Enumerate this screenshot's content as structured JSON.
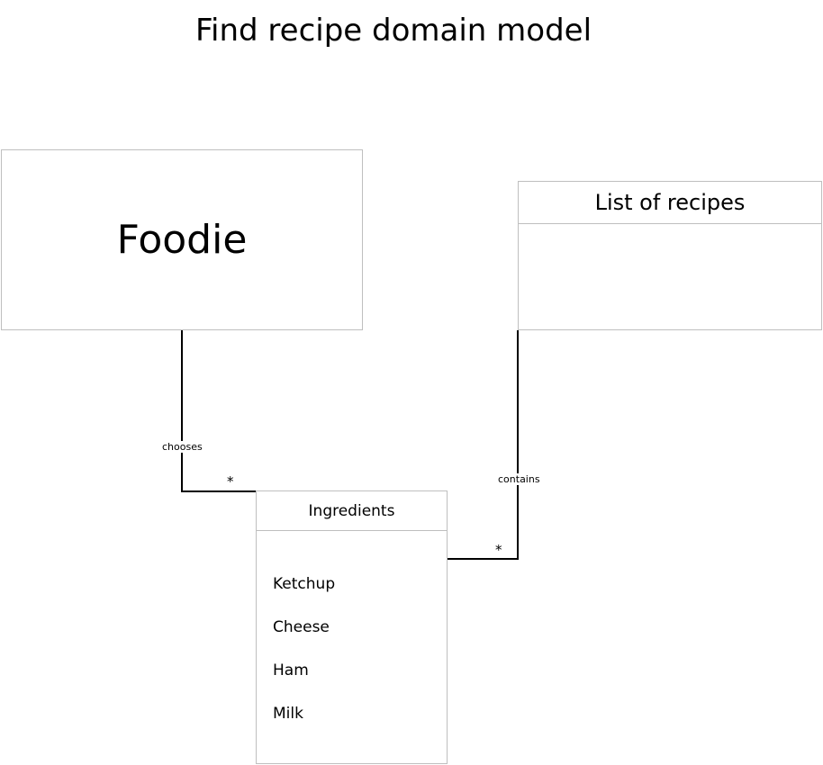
{
  "title": "Find recipe domain model",
  "foodie": {
    "label": "Foodie"
  },
  "recipes": {
    "label": "List of recipes"
  },
  "ingredients": {
    "label": "Ingredients",
    "items": [
      "Ketchup",
      "Cheese",
      "Ham",
      "Milk"
    ]
  },
  "associations": {
    "chooses": {
      "label": "chooses",
      "multiplicity": "*"
    },
    "contains": {
      "label": "contains",
      "multiplicity": "*"
    }
  }
}
